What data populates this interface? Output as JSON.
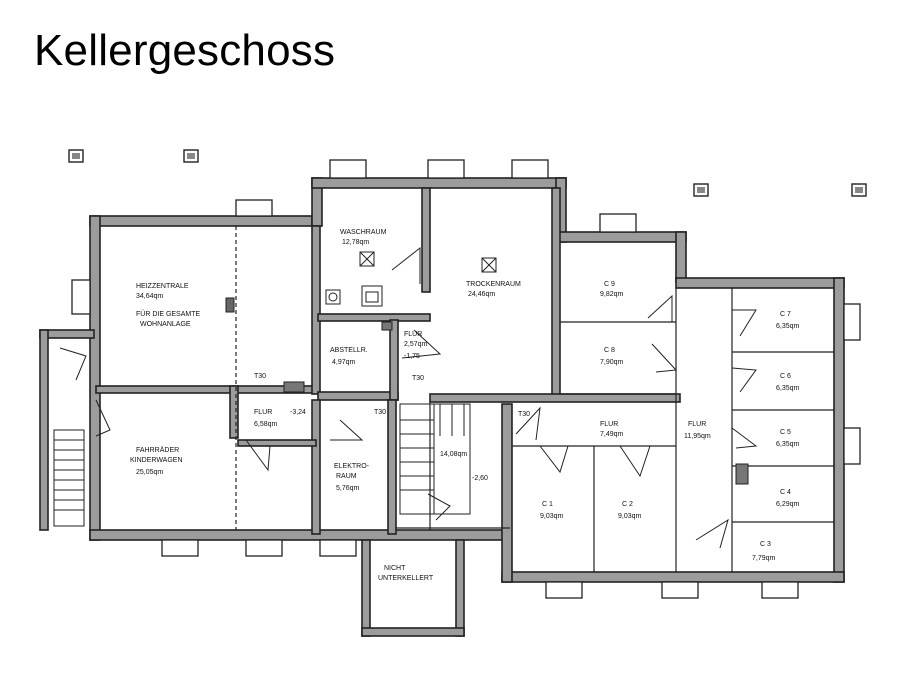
{
  "page": {
    "title": "Kellergeschoss"
  },
  "rooms": [
    {
      "name": "HEIZZENTRALE",
      "area": "34,64qm",
      "note1": "FÜR DIE GESAMTE",
      "note2": "WOHNANLAGE"
    },
    {
      "name": "WASCHRAUM",
      "area": "12,78qm"
    },
    {
      "name": "TROCKENRAUM",
      "area": "24,46qm"
    },
    {
      "name": "ABSTELLR.",
      "area": "4,97qm"
    },
    {
      "name": "FLUR",
      "area": "2,57qm",
      "level": "-1,75"
    },
    {
      "name": "FLUR",
      "area": "6,58qm",
      "level": "-3,24"
    },
    {
      "name": "FAHRRÄDER",
      "name2": "KINDERWAGEN",
      "area": "25,05qm"
    },
    {
      "name": "ELEKTRO-",
      "name2": "RAUM",
      "area": "5,76qm"
    },
    {
      "name": "",
      "area": "14,08qm",
      "level": "-2,60"
    },
    {
      "name": "FLUR",
      "area": "7,49qm"
    },
    {
      "name": "FLUR",
      "area": "11,95qm"
    },
    {
      "name": "C 9",
      "area": "9,82qm"
    },
    {
      "name": "C 8",
      "area": "7,90qm"
    },
    {
      "name": "C 7",
      "area": "6,35qm"
    },
    {
      "name": "C 6",
      "area": "6,35qm"
    },
    {
      "name": "C 5",
      "area": "6,35qm"
    },
    {
      "name": "C 4",
      "area": "6,29qm"
    },
    {
      "name": "C 3",
      "area": "7,79qm"
    },
    {
      "name": "C 1",
      "area": "9,03qm"
    },
    {
      "name": "C 2",
      "area": "9,03qm"
    },
    {
      "name": "NICHT",
      "name2": "UNTERKELLERT"
    }
  ],
  "door_labels": {
    "t30_a": "T30",
    "t30_b": "T30",
    "t30_c": "T30",
    "t30_d": "T30"
  }
}
